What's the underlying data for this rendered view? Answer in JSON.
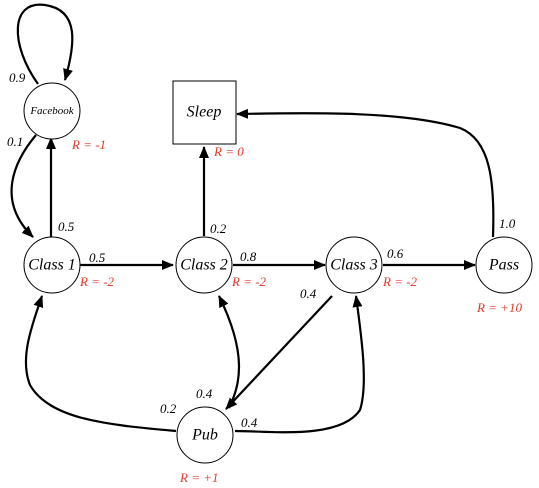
{
  "colors": {
    "reward": "#e03a2a",
    "line": "#000000"
  },
  "nodes": {
    "facebook": {
      "label": "Facebook",
      "reward": "R = -1"
    },
    "sleep": {
      "label": "Sleep",
      "reward": "R = 0"
    },
    "class1": {
      "label": "Class 1",
      "reward": "R = -2"
    },
    "class2": {
      "label": "Class 2",
      "reward": "R = -2"
    },
    "class3": {
      "label": "Class 3",
      "reward": "R = -2"
    },
    "pass": {
      "label": "Pass",
      "reward": "R = +10"
    },
    "pub": {
      "label": "Pub",
      "reward": "R = +1"
    }
  },
  "edges": {
    "facebook_facebook": "0.9",
    "facebook_class1": "0.1",
    "class1_facebook": "0.5",
    "class1_class2": "0.5",
    "class2_sleep": "0.2",
    "class2_class3": "0.8",
    "class3_pass": "0.6",
    "class3_pub": "0.4",
    "pass_sleep": "1.0",
    "pub_class1": "0.2",
    "pub_class2": "0.4",
    "pub_class3": "0.4"
  }
}
